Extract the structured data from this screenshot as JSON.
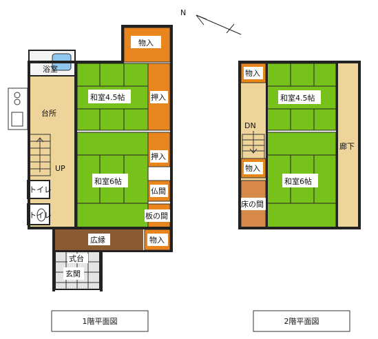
{
  "compass": {
    "label": "N"
  },
  "floor1": {
    "caption": "1階平面図",
    "rooms": {
      "bath": "浴室",
      "kitchen": "台所",
      "up": "UP",
      "toilet_a": "トイレ",
      "toilet_b": "トイレ",
      "washitsu_45": "和室4.5帖",
      "washitsu_6": "和室6帖",
      "closet_top": "物入",
      "oshiire_a": "押入",
      "oshiire_b": "押入",
      "butsuma": "仏間",
      "itanoma": "板の間",
      "engawa": "広縁",
      "closet_bottom": "物入",
      "shikidai": "式台",
      "genkan": "玄関"
    }
  },
  "floor2": {
    "caption": "2階平面図",
    "rooms": {
      "closet_a": "物入",
      "closet_b": "物入",
      "dn": "DN",
      "tokonoma": "床の間",
      "washitsu_45": "和室4.5帖",
      "washitsu_6": "和室6帖",
      "corridor": "廊下"
    }
  },
  "colors": {
    "tatami": "#77c21a",
    "closet": "#e8851c",
    "wood_floor": "#eed49a",
    "engawa": "#8a5a32",
    "wall": "#222222"
  }
}
